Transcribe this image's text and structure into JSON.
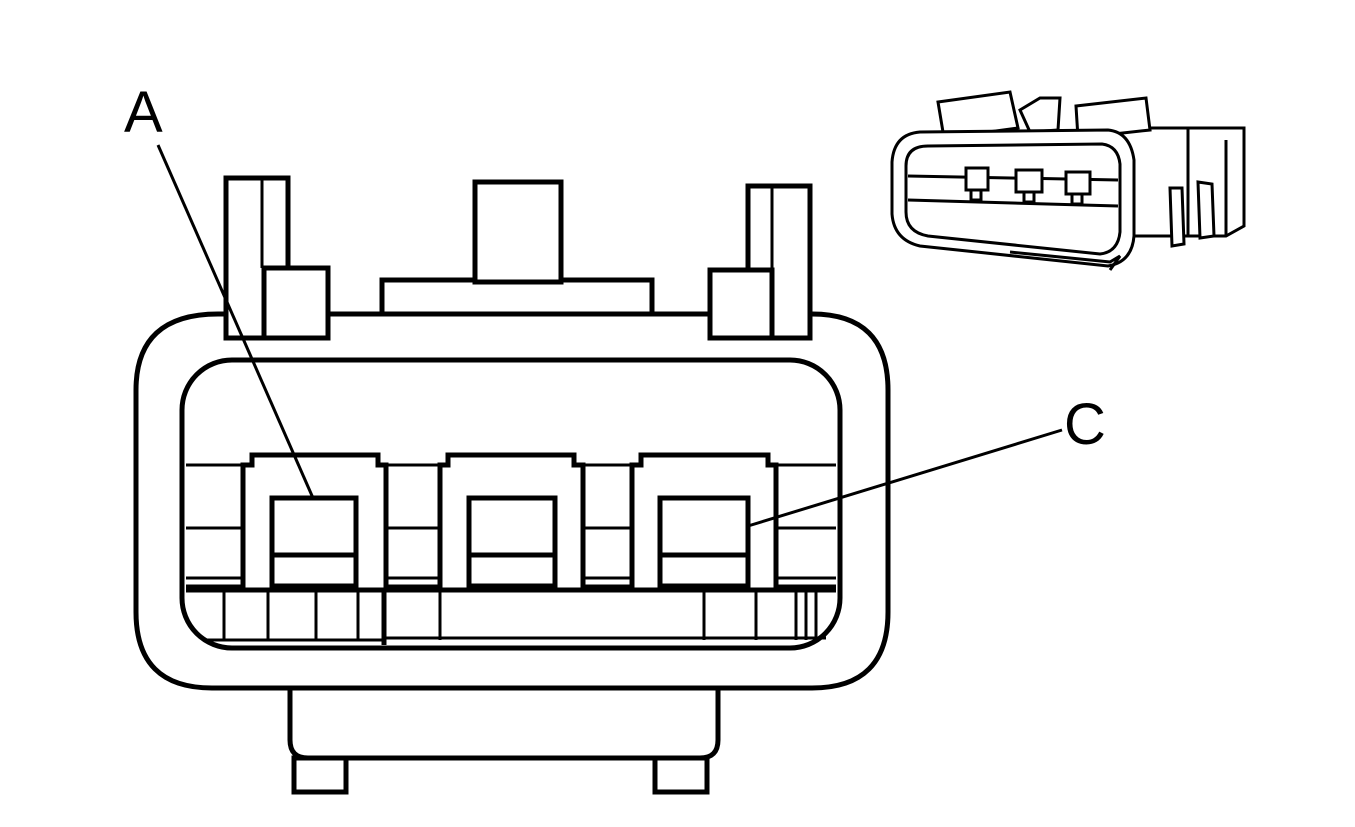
{
  "callouts": [
    {
      "id": "A",
      "label": "A"
    },
    {
      "id": "C",
      "label": "C"
    }
  ],
  "colors": {
    "stroke": "#000000",
    "background": "#ffffff"
  }
}
